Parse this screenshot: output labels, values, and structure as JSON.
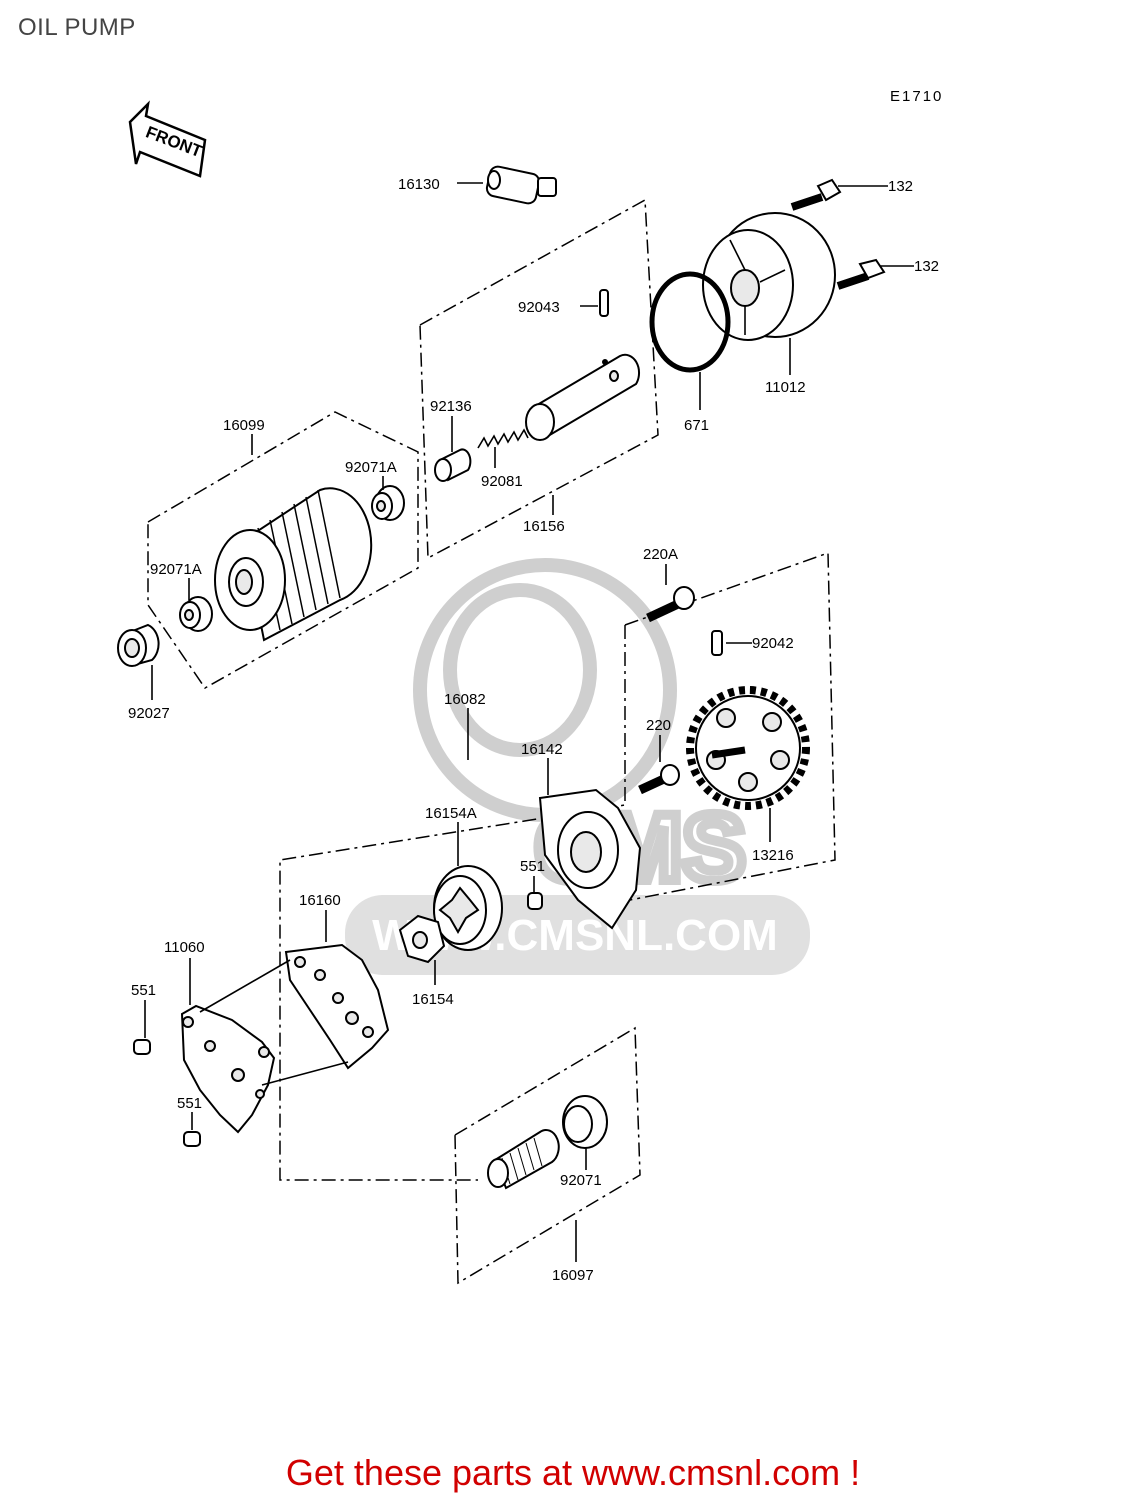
{
  "title": "OIL PUMP",
  "diagram_code": "E1710",
  "front_arrow_label": "FRONT",
  "watermark": {
    "logo_text": "CMS",
    "url_text": "WWW.CMSNL.COM"
  },
  "footer": {
    "text": "Get these parts at www.cmsnl.com !",
    "color": "#d10000"
  },
  "parts": {
    "p16130": "16130",
    "p132a": "132",
    "p132b": "132",
    "p92043": "92043",
    "p11012": "11012",
    "p671": "671",
    "p16099": "16099",
    "p92136": "92136",
    "p92071A_top": "92071A",
    "p92081": "92081",
    "p16156": "16156",
    "p92071A_left": "92071A",
    "p220A": "220A",
    "p92042": "92042",
    "p92027": "92027",
    "p16082": "16082",
    "p220": "220",
    "p16142": "16142",
    "p16154A": "16154A",
    "p13216": "13216",
    "p551_center": "551",
    "p16160": "16160",
    "p11060": "11060",
    "p551_left_top": "551",
    "p16154": "16154",
    "p551_left_bottom": "551",
    "p92071": "92071",
    "p16097": "16097"
  }
}
